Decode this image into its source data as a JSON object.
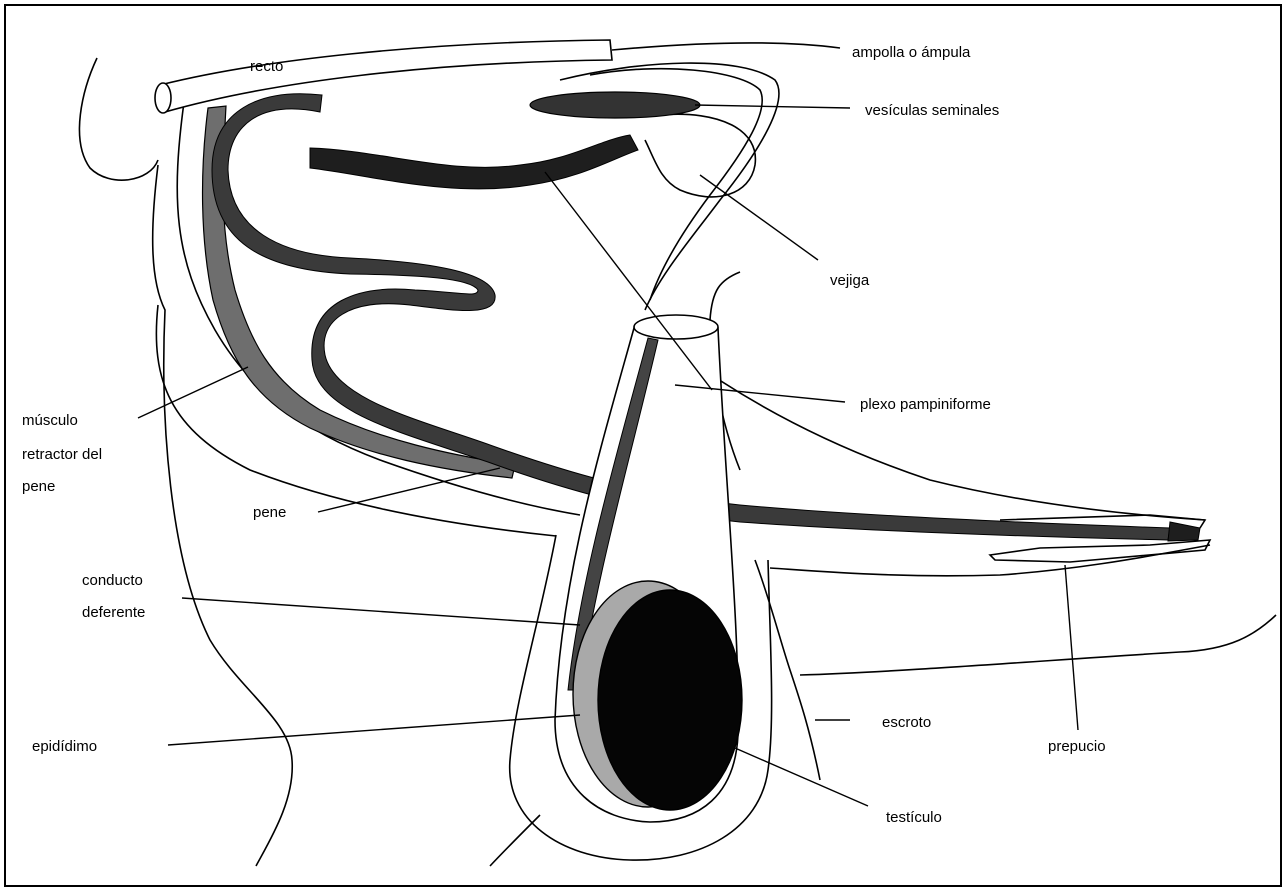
{
  "labels": {
    "recto": "recto",
    "ampolla": "ampolla o ámpula",
    "vesiculas": "vesículas seminales",
    "vejiga": "vejiga",
    "plexo": "plexo pampiniforme",
    "musculo_1": "músculo",
    "musculo_2": "retractor del",
    "musculo_3": "pene",
    "pene": "pene",
    "conducto_1": "conducto",
    "conducto_2": "deferente",
    "epididimo": "epidídimo",
    "escroto": "escroto",
    "prepucio": "prepucio",
    "testiculo": "testículo"
  },
  "colors": {
    "penis_dark": "#1e1e1e",
    "penis_mid": "#3a3a3a",
    "retractor_muscle": "#6e6e6e",
    "testicle": "#050505",
    "epididymis": "#a9a9a9",
    "outline": "#000000",
    "background": "#ffffff"
  }
}
